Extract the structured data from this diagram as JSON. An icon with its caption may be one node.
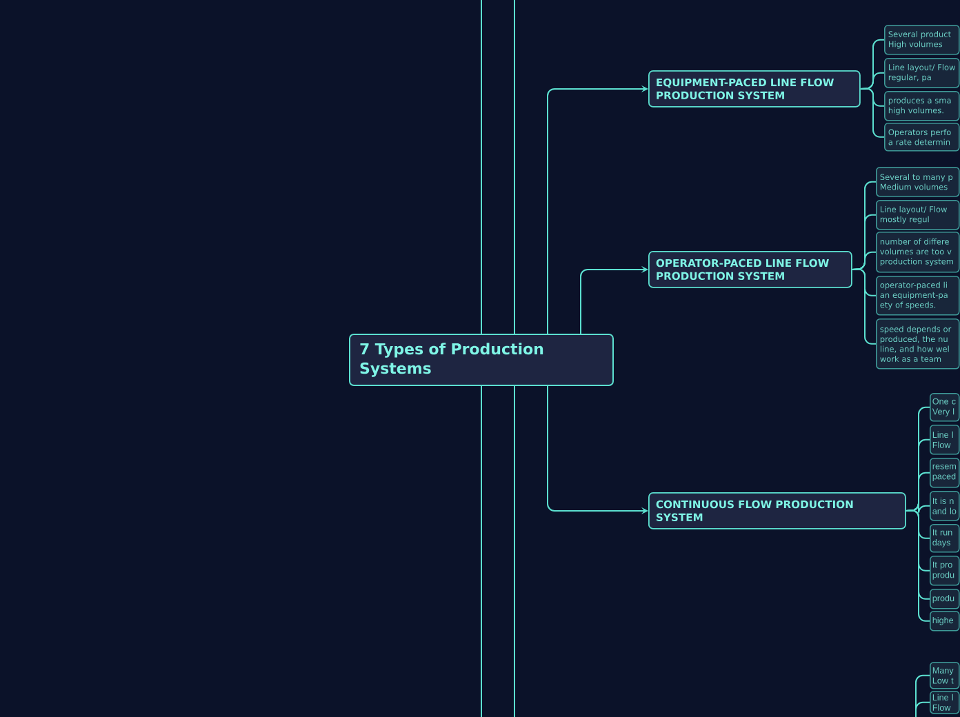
{
  "diagram": {
    "nodes": [
      {
        "text": [
          "7 Types of Production Systems"
        ]
      },
      {
        "text": [
          "EQUIPMENT-PACED LINE FLOW PRODUCTION SYSTEM"
        ]
      },
      {
        "text": [
          "OPERATOR-PACED LINE FLOW PRODUCTION SYSTEM"
        ]
      },
      {
        "text": [
          "CONTINUOUS FLOW PRODUCTION SYSTEM"
        ]
      },
      {
        "text": [
          "Several product High volumes"
        ]
      },
      {
        "text": [
          "Line layout/ Flow regular, pa"
        ]
      },
      {
        "text": [
          "produces a sma high volumes."
        ]
      },
      {
        "text": [
          "Operators perfo a rate determin"
        ]
      },
      {
        "text": [
          "Several to many p Medium volumes"
        ]
      },
      {
        "text": [
          "Line layout/ Flow mostly regul"
        ]
      },
      {
        "text": [
          "number of differe volumes are too v production system"
        ]
      },
      {
        "text": [
          "operator-paced li an equipment-pa ety of speeds."
        ]
      },
      {
        "text": [
          "speed depends or produced, the nu line, and how wel work as a team"
        ]
      },
      {
        "text": [
          "One c Very l"
        ]
      },
      {
        "text": [
          "Line l Flow"
        ]
      },
      {
        "text": [
          "resem paced"
        ]
      },
      {
        "text": [
          "It is n and lo"
        ]
      },
      {
        "text": [
          "It run days"
        ]
      },
      {
        "text": [
          "It pro produ"
        ]
      },
      {
        "text": [
          "produ"
        ]
      },
      {
        "text": [
          "highe"
        ]
      },
      {
        "text": [
          "Many Low t"
        ]
      },
      {
        "text": [
          "Line l Flow"
        ]
      }
    ],
    "edges": [
      {
        "from": 0,
        "to": 1,
        "arrow": "to"
      },
      {
        "from": 0,
        "to": 2,
        "arrow": "to"
      },
      {
        "from": 0,
        "to": 3,
        "arrow": "to"
      },
      {
        "from": 0,
        "to": null,
        "arrow": "none"
      },
      {
        "from": 0,
        "to": null,
        "arrow": "none"
      },
      {
        "from": 0,
        "to": null,
        "arrow": "none"
      },
      {
        "from": 0,
        "to": null,
        "arrow": "none"
      },
      {
        "from": 1,
        "to": 4,
        "arrow": "none"
      },
      {
        "from": 1,
        "to": 5,
        "arrow": "none"
      },
      {
        "from": 1,
        "to": 6,
        "arrow": "none"
      },
      {
        "from": 1,
        "to": 7,
        "arrow": "none"
      },
      {
        "from": 2,
        "to": 8,
        "arrow": "none"
      },
      {
        "from": 2,
        "to": 9,
        "arrow": "none"
      },
      {
        "from": 2,
        "to": 10,
        "arrow": "none"
      },
      {
        "from": 2,
        "to": 11,
        "arrow": "none"
      },
      {
        "from": 2,
        "to": 12,
        "arrow": "none"
      },
      {
        "from": 3,
        "to": 13,
        "arrow": "none"
      },
      {
        "from": 3,
        "to": 14,
        "arrow": "none"
      },
      {
        "from": 3,
        "to": 15,
        "arrow": "none"
      },
      {
        "from": 3,
        "to": 16,
        "arrow": "none"
      },
      {
        "from": 3,
        "to": 17,
        "arrow": "none"
      },
      {
        "from": 3,
        "to": 18,
        "arrow": "none"
      },
      {
        "from": 3,
        "to": 19,
        "arrow": "none"
      },
      {
        "from": 3,
        "to": 20,
        "arrow": "none"
      },
      {
        "from": null,
        "to": 21,
        "arrow": "none"
      },
      {
        "from": null,
        "to": 22,
        "arrow": "none"
      }
    ]
  }
}
